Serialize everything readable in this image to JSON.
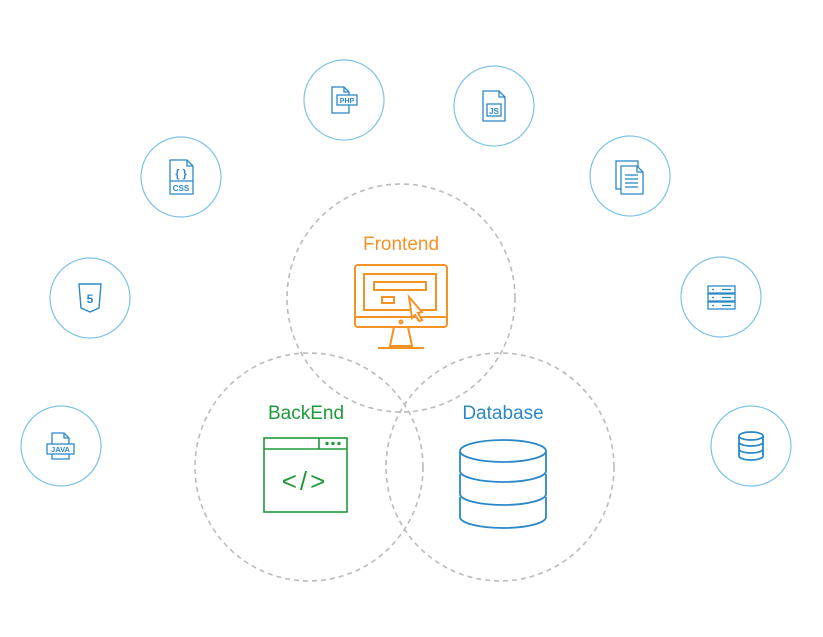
{
  "colors": {
    "frontend": "#F39325",
    "backend": "#1E9A3A",
    "database": "#2B88C8",
    "icon_ring": "#7CC3E6",
    "icon_stroke": "#2B88C8",
    "dash": "#BBBBBB"
  },
  "venn": {
    "frontend": {
      "label": "Frontend",
      "icon": "monitor-icon"
    },
    "backend": {
      "label": "BackEnd",
      "icon": "code-window-icon",
      "code_glyph": "</>"
    },
    "database": {
      "label": "Database",
      "icon": "database-icon"
    }
  },
  "tech_icons": [
    {
      "name": "java-icon",
      "text": "JAVA"
    },
    {
      "name": "html5-icon",
      "text": "5"
    },
    {
      "name": "css-icon",
      "text": "CSS",
      "braces": "{ }"
    },
    {
      "name": "php-icon",
      "text": "PHP"
    },
    {
      "name": "js-icon",
      "text": "JS"
    },
    {
      "name": "document-icon",
      "text": ""
    },
    {
      "name": "server-icon",
      "text": ""
    },
    {
      "name": "database-small-icon",
      "text": ""
    }
  ]
}
